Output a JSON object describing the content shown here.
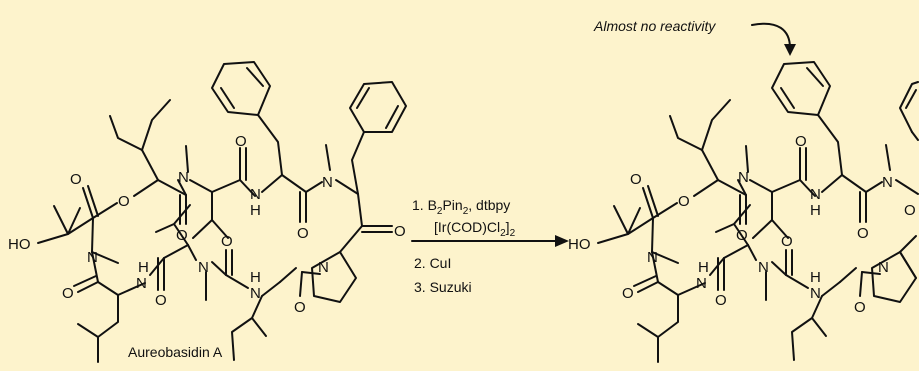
{
  "background_color": "#fdf3cc",
  "ink_color": "#111111",
  "annotation": "Almost no reactivity",
  "conditions": {
    "step1_prefix": "1. B",
    "step1_sub": "2",
    "step1_mid": "Pin",
    "step1_sub2": "2",
    "step1_suffix": ", dtbpy",
    "catalyst_prefix": "[Ir(COD)Cl",
    "catalyst_sub1": "2",
    "catalyst_close": "]",
    "catalyst_sub2": "2",
    "step2": "2. CuI",
    "step3": "3. Suzuki"
  },
  "compound_name": "Aureobasidin A",
  "atoms": {
    "ho": "HO",
    "o": "O",
    "n": "N",
    "h": "H"
  }
}
